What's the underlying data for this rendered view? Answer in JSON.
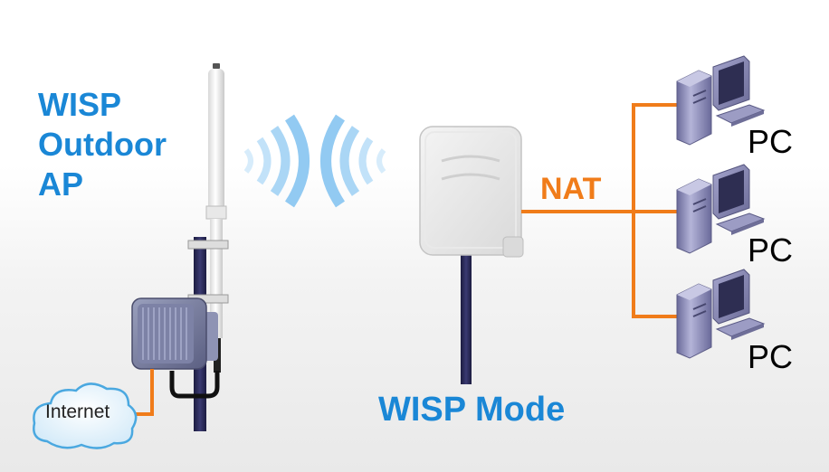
{
  "title_lines": [
    "WISP",
    "Outdoor",
    "AP"
  ],
  "mode_label": "WISP Mode",
  "nat_label": "NAT",
  "internet_label": "Internet",
  "pcs": [
    {
      "label": "PC"
    },
    {
      "label": "PC"
    },
    {
      "label": "PC"
    }
  ],
  "colors": {
    "title_blue": "#1a87d6",
    "link_orange": "#f07c1a",
    "pole_navy": "#28285a",
    "pc_purple": "#8e8eb8"
  },
  "icons": [
    "antenna-icon",
    "outdoor-ap-icon",
    "wifi-signal-icon",
    "panel-antenna-icon",
    "pc-icon",
    "cloud-icon"
  ]
}
